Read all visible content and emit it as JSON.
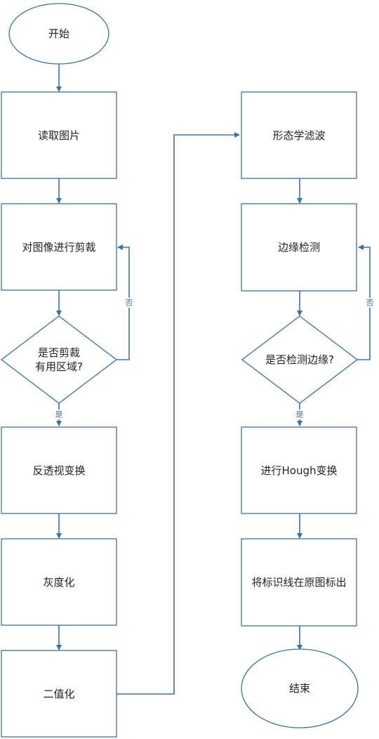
{
  "nodes": {
    "start": "开始",
    "read_image": "读取图片",
    "crop": "对图像进行剪裁",
    "crop_check_line1": "是否剪裁",
    "crop_check_line2": "有用区域?",
    "perspective": "反透视变换",
    "grayscale": "灰度化",
    "binarize": "二值化",
    "morph_filter": "形态学滤波",
    "edge_detect": "边缘检测",
    "edge_check": "是否检测边缘?",
    "hough": "进行Hough变换",
    "mark_lines": "将标识线在原图标出",
    "end": "结束"
  },
  "edge_labels": {
    "no_crop": "否",
    "yes_crop": "是",
    "no_edge": "否",
    "yes_edge": "是"
  },
  "colors": {
    "stroke": "#41719c",
    "text": "#222222",
    "label": "#41719c",
    "background": "#ffffff"
  }
}
